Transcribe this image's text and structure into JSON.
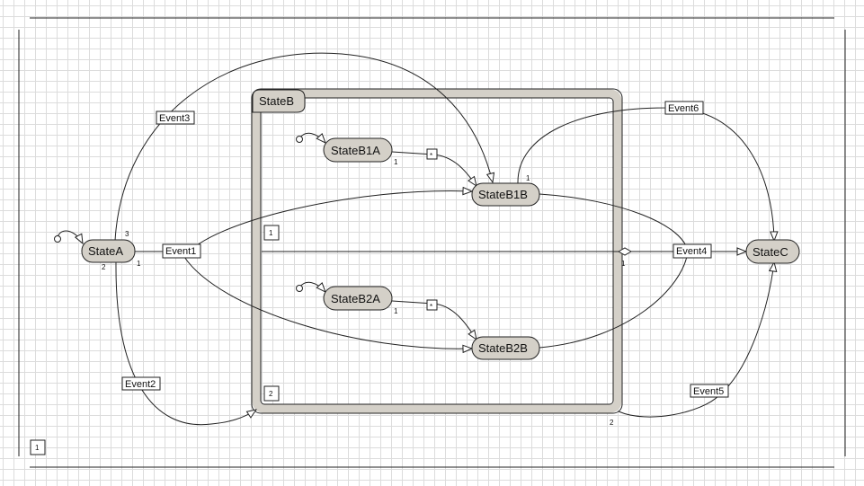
{
  "states": {
    "state_a": "StateA",
    "state_b": "StateB",
    "state_b1a": "StateB1A",
    "state_b1b": "StateB1B",
    "state_b2a": "StateB2A",
    "state_b2b": "StateB2B",
    "state_c": "StateC"
  },
  "events": {
    "event1": "Event1",
    "event2": "Event2",
    "event3": "Event3",
    "event4": "Event4",
    "event5": "Event5",
    "event6": "Event6"
  },
  "region_labels": {
    "region1": "1",
    "region2": "2"
  },
  "page_number": "1",
  "multiplicities": {
    "a_top": "3",
    "a_right": "1",
    "a_bottom": "2",
    "b1a_out": "1",
    "b1b_top": "1",
    "b2a_out": "1",
    "b_right": "1",
    "b_bottom": "2"
  },
  "choice_marks": {
    "upper": "*",
    "lower": "*"
  }
}
